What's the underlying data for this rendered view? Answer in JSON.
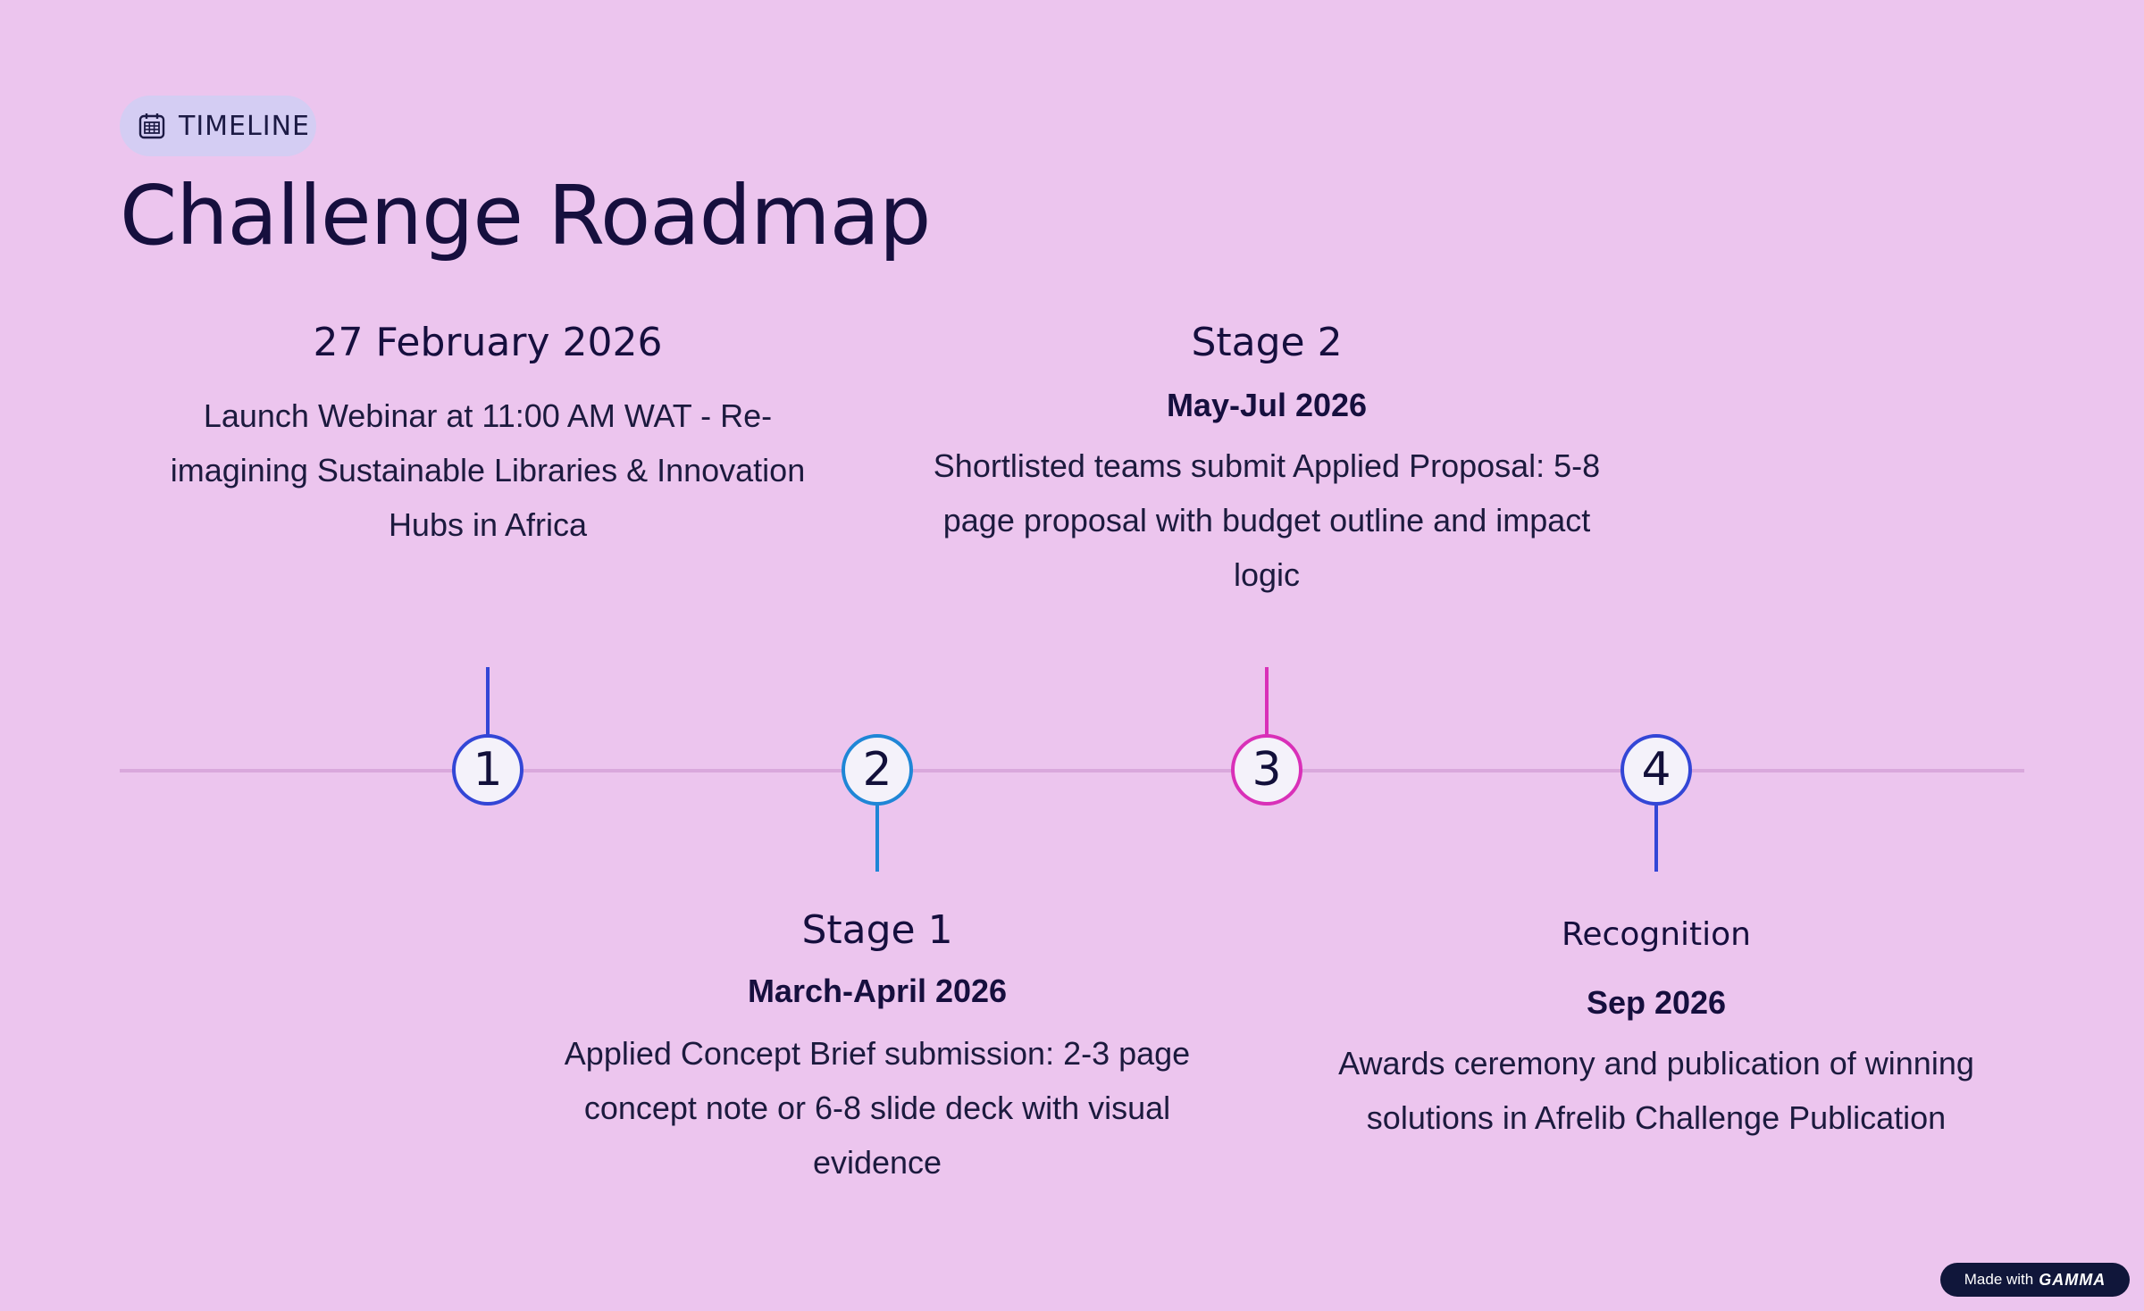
{
  "header": {
    "tag_label": "TIMELINE",
    "tag_icon": "calendar-icon",
    "title": "Challenge Roadmap"
  },
  "colors": {
    "background": "#ecc5ee",
    "node1": "#3346d6",
    "node2": "#1f86d6",
    "node3": "#d930b8",
    "node4": "#3346d6"
  },
  "milestones": [
    {
      "number": "1",
      "heading": "27 February 2026",
      "date": "",
      "description": "Launch Webinar at 11:00 AM WAT - Re-imagining Sustainable Libraries & Innovation Hubs in Africa"
    },
    {
      "number": "2",
      "heading": "Stage 1",
      "date": "March-April 2026",
      "description": "Applied Concept Brief submission: 2-3 page concept note or 6-8 slide deck with visual evidence"
    },
    {
      "number": "3",
      "heading": "Stage 2",
      "date": "May-Jul 2026",
      "description": "Shortlisted teams submit Applied Proposal: 5-8 page proposal with budget outline and impact logic"
    },
    {
      "number": "4",
      "heading": "Recognition",
      "date": "Sep 2026",
      "description": "Awards ceremony and publication of winning solutions in Afrelib Challenge Publication"
    }
  ],
  "footer": {
    "made_with": "Made with",
    "brand": "GAMMA"
  }
}
